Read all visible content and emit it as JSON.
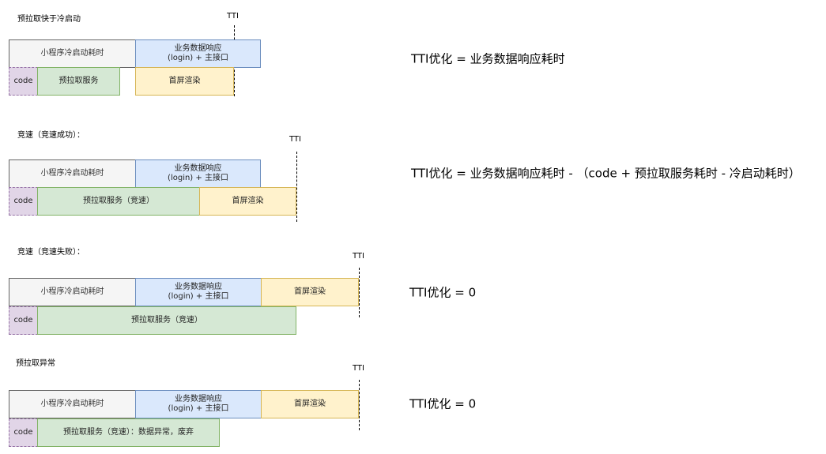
{
  "sections": [
    {
      "title": "预拉取快于冷启动",
      "tti": "TTI",
      "cold": "小程序冷启动耗时",
      "biz": "业务数据响应\n(login) + 主接口",
      "render": "首屏渲染",
      "code": "code",
      "prefetch": "预拉取服务",
      "formula": "TTI优化 =  业务数据响应耗时"
    },
    {
      "title": "竞速（竞速成功）：",
      "tti": "TTI",
      "cold": "小程序冷启动耗时",
      "biz": "业务数据响应\n(login) + 主接口",
      "render": "首屏渲染",
      "code": "code",
      "prefetch": "预拉取服务（竞速）",
      "formula": "TTI优化 =  业务数据响应耗时 - （code + 预拉取服务耗时 - 冷启动耗时）"
    },
    {
      "title": "竞速（竞速失败）：",
      "tti": "TTI",
      "cold": "小程序冷启动耗时",
      "biz": "业务数据响应\n(login) + 主接口",
      "render": "首屏渲染",
      "code": "code",
      "prefetch": "预拉取服务（竞速）",
      "formula": "TTI优化 =  0"
    },
    {
      "title": "预拉取异常",
      "tti": "TTI",
      "cold": "小程序冷启动耗时",
      "biz": "业务数据响应\n(login) + 主接口",
      "render": "首屏渲染",
      "code": "code",
      "prefetch": "预拉取服务（竞速）：数据异常，废弃",
      "formula": "TTI优化 =  0"
    }
  ]
}
